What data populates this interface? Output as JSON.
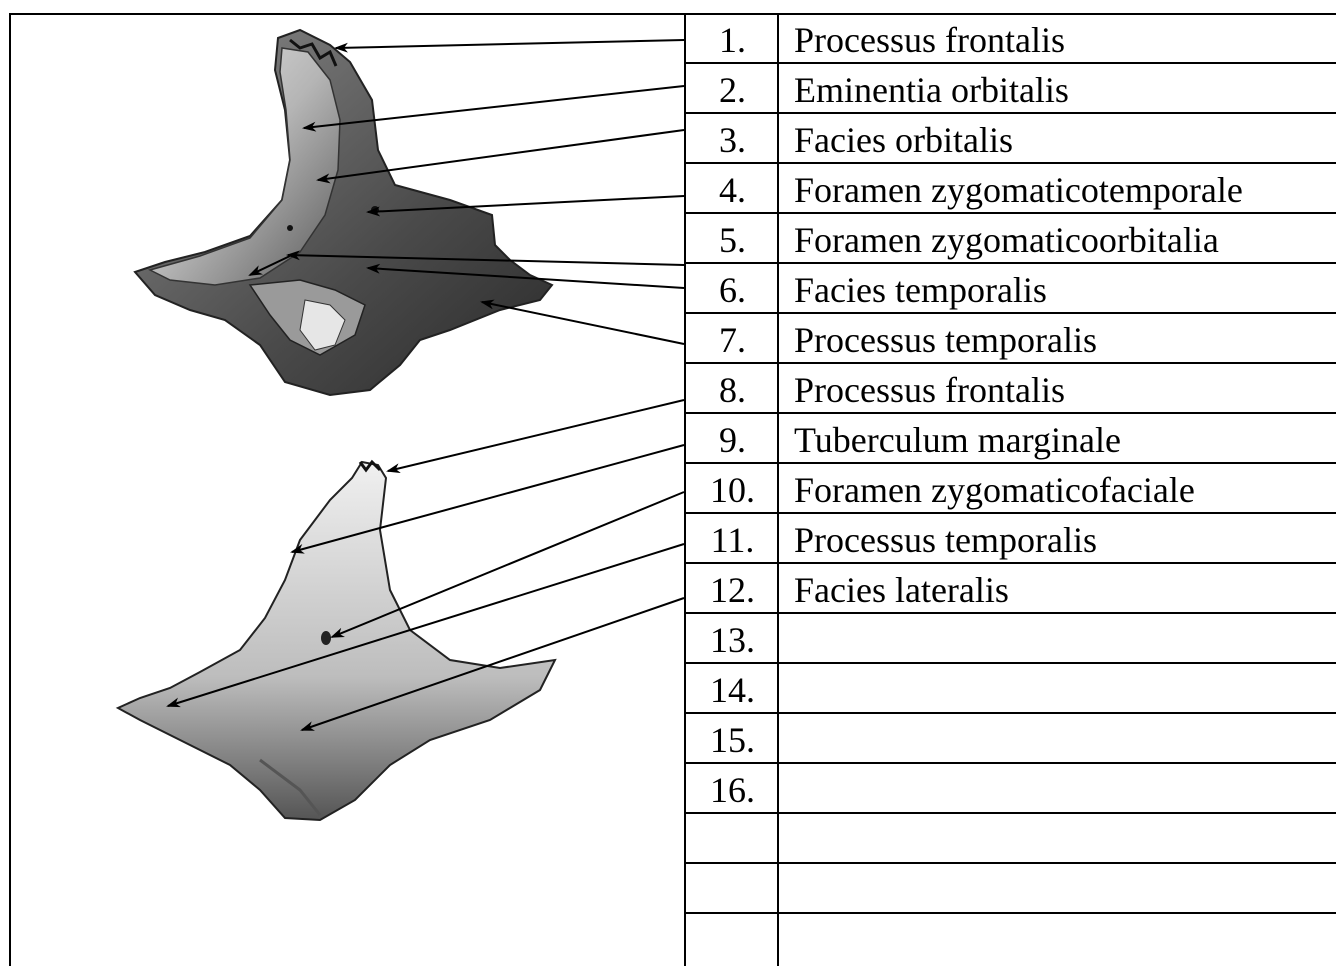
{
  "labels": [
    {
      "number": "1.",
      "term": "Processus frontalis"
    },
    {
      "number": "2.",
      "term": "Eminentia orbitalis"
    },
    {
      "number": "3.",
      "term": "Facies orbitalis"
    },
    {
      "number": "4.",
      "term": "Foramen zygomaticotemporale"
    },
    {
      "number": "5.",
      "term": "Foramen zygomaticoorbitalia"
    },
    {
      "number": "6.",
      "term": "Facies temporalis"
    },
    {
      "number": "7.",
      "term": "Processus temporalis"
    },
    {
      "number": "8.",
      "term": "Processus frontalis"
    },
    {
      "number": "9.",
      "term": "Tuberculum marginale"
    },
    {
      "number": "10.",
      "term": "Foramen zygomaticofaciale"
    },
    {
      "number": "11.",
      "term": "Processus temporalis"
    },
    {
      "number": "12.",
      "term": "Facies lateralis"
    },
    {
      "number": "13.",
      "term": ""
    },
    {
      "number": "14.",
      "term": ""
    },
    {
      "number": "15.",
      "term": ""
    },
    {
      "number": "16.",
      "term": ""
    },
    {
      "number": "",
      "term": ""
    },
    {
      "number": "",
      "term": ""
    },
    {
      "number": "",
      "term": ""
    }
  ]
}
